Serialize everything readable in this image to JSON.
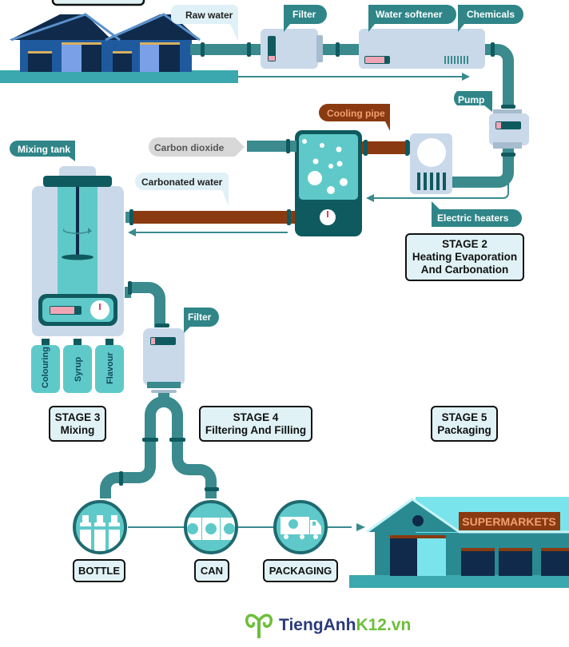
{
  "labels": {
    "raw_water": "Raw water",
    "filter_top": "Filter",
    "water_softener": "Water softener",
    "chemicals": "Chemicals",
    "pump": "Pump",
    "cooling_pipe": "Cooling pipe",
    "carbon_dioxide": "Carbon dioxide",
    "carbonated_water": "Carbonated water",
    "electric_heaters": "Electric heaters",
    "mixing_tank": "Mixing tank",
    "filter_bottom": "Filter",
    "colouring": "Colouring",
    "syrup": "Syrup",
    "flavour": "Flavour",
    "supermarkets": "SUPERMARKETS"
  },
  "stages": [
    {
      "id": "stage2",
      "title": "STAGE 2",
      "subtitle_line1": "Heating Evaporation",
      "subtitle_line2": "And Carbonation"
    },
    {
      "id": "stage3",
      "title": "STAGE 3",
      "subtitle_line1": "Mixing"
    },
    {
      "id": "stage4",
      "title": "STAGE 4",
      "subtitle_line1": "Filtering And Filling"
    },
    {
      "id": "stage5",
      "title": "STAGE 5",
      "subtitle_line1": "Packaging"
    }
  ],
  "packaging_steps": [
    {
      "label": "BOTTLE",
      "icon": "bottles-icon"
    },
    {
      "label": "CAN",
      "icon": "cans-icon"
    },
    {
      "label": "PACKAGING",
      "icon": "truck-icon"
    }
  ],
  "logo": {
    "part1": "TiengAnh",
    "part2": "K12.vn"
  },
  "colors": {
    "pipe": "#3a8a8e",
    "pipe_dark": "#0f5a5f",
    "cooling": "#8a3a10",
    "panel": "#c9d9ea",
    "aqua": "#5fc9c9",
    "navy": "#0f2a4a",
    "house_blue": "#1f5a9e",
    "callout": "#2f8588",
    "stage_bg": "#e0f2f5",
    "logo_green": "#6cbf3a",
    "logo_navy": "#2a3a7a"
  }
}
